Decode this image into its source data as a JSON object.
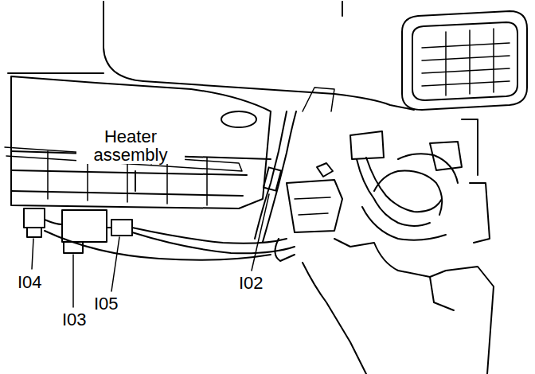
{
  "diagram": {
    "labels": [
      "Heater assembly",
      "I04",
      "I03",
      "I05",
      "I02"
    ]
  }
}
